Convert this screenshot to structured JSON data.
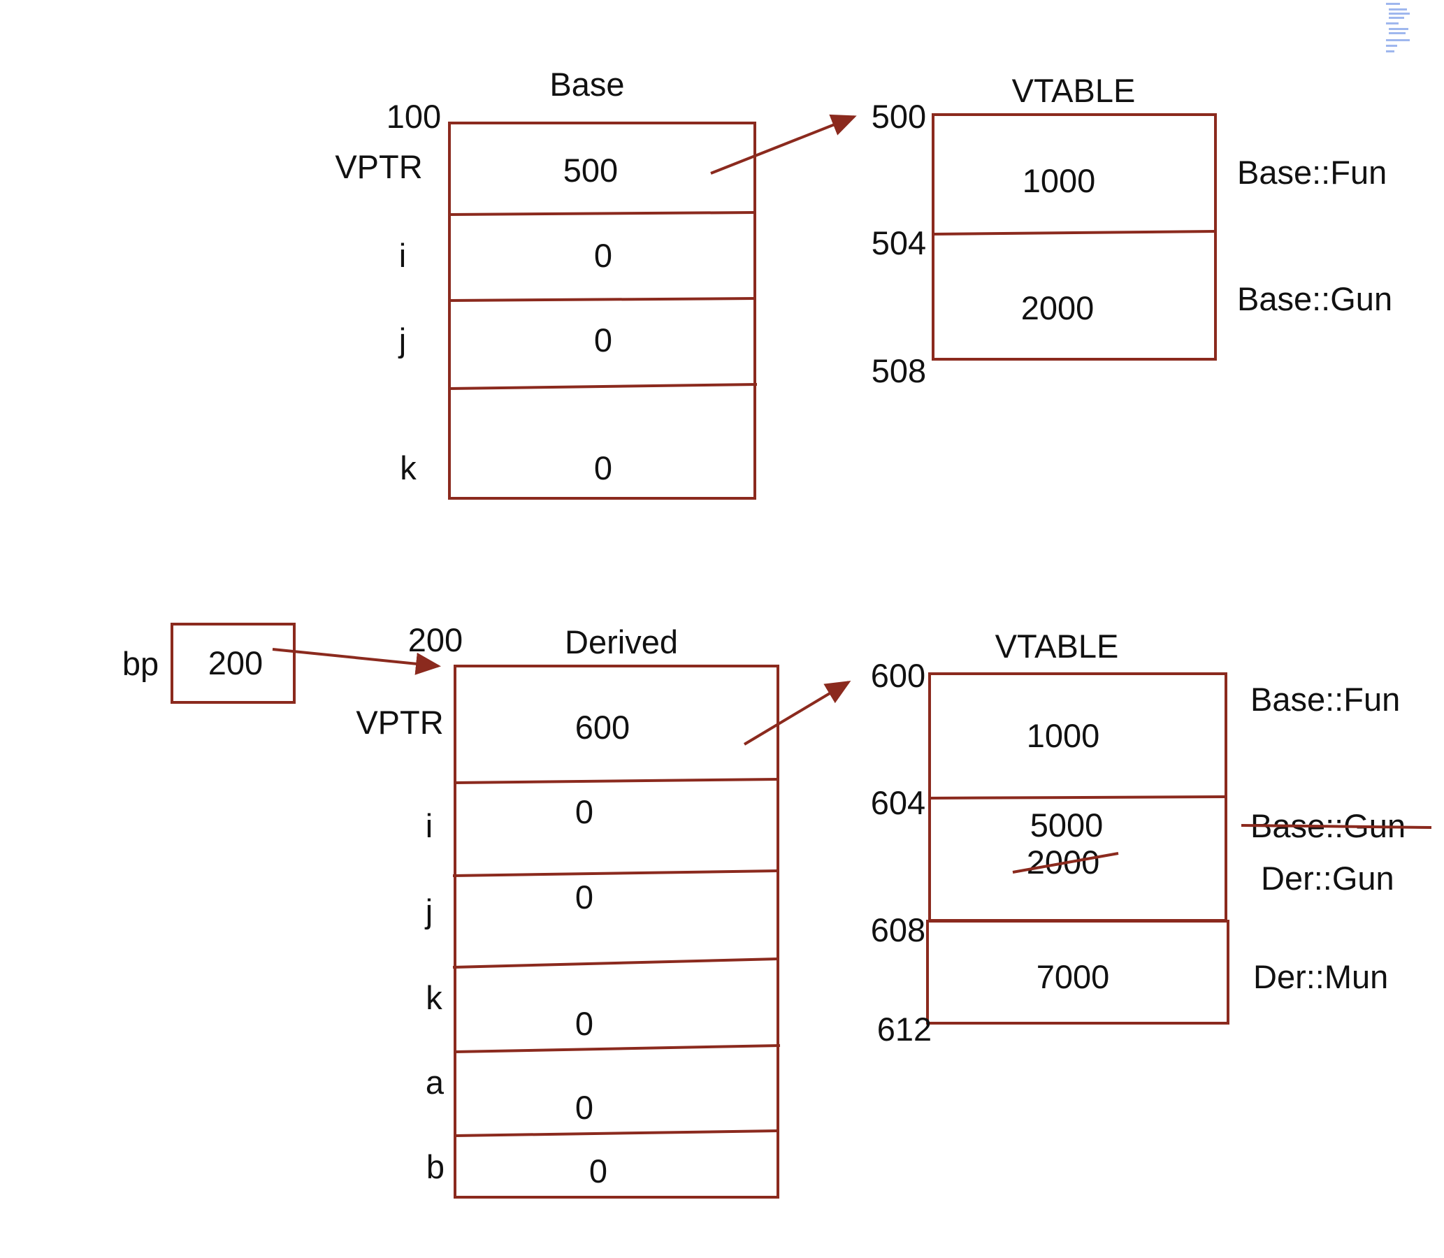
{
  "top": {
    "base_title": "Base",
    "base_address": "100",
    "base_fields": [
      {
        "label": "VPTR",
        "value": "500"
      },
      {
        "label": "i",
        "value": "0"
      },
      {
        "label": "j",
        "value": "0"
      },
      {
        "label": "k",
        "value": "0"
      }
    ],
    "vtable_title": "VTABLE",
    "vtable_addresses": [
      "500",
      "504",
      "508"
    ],
    "vtable_entries": [
      {
        "value": "1000",
        "name": "Base::Fun"
      },
      {
        "value": "2000",
        "name": "Base::Gun"
      }
    ]
  },
  "bottom": {
    "pointer_label": "bp",
    "pointer_value": "200",
    "derived_address": "200",
    "derived_title": "Derived",
    "derived_fields": [
      {
        "label": "VPTR",
        "value": "600"
      },
      {
        "label": "i",
        "value": "0"
      },
      {
        "label": "j",
        "value": "0"
      },
      {
        "label": "k",
        "value": "0"
      },
      {
        "label": "a",
        "value": "0"
      },
      {
        "label": "b",
        "value": "0"
      }
    ],
    "vtable_title": "VTABLE",
    "vtable_addresses": [
      "600",
      "604",
      "608",
      "612"
    ],
    "vtable_entries": [
      {
        "value": "1000",
        "name": "Base::Fun"
      },
      {
        "value": "5000",
        "old_value": "2000",
        "old_name": "Base::Gun",
        "name": "Der::Gun"
      },
      {
        "value": "7000",
        "name": "Der::Mun"
      }
    ]
  },
  "colors": {
    "line": "#8b2a1e",
    "text": "#111111"
  }
}
